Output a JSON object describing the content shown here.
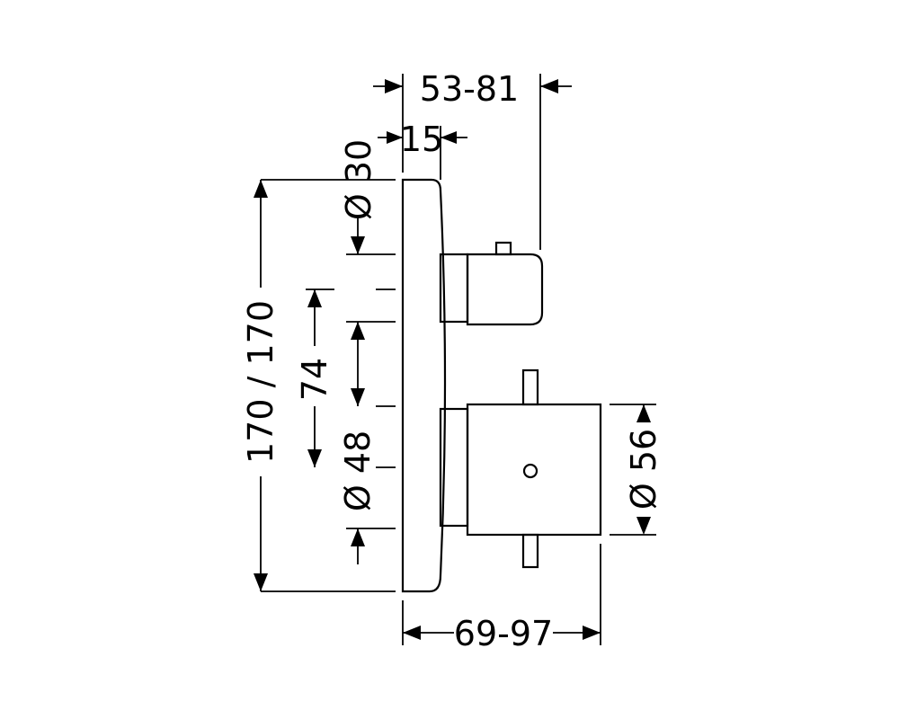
{
  "dimensions": {
    "depth_total": "53-81",
    "plate_offset": "15",
    "diameter_top": "Ø 30",
    "height": "170 / 170",
    "center_spacing": "74",
    "diameter_mid": "Ø 48",
    "diameter_handle": "Ø 56",
    "depth_bottom": "69-97"
  }
}
